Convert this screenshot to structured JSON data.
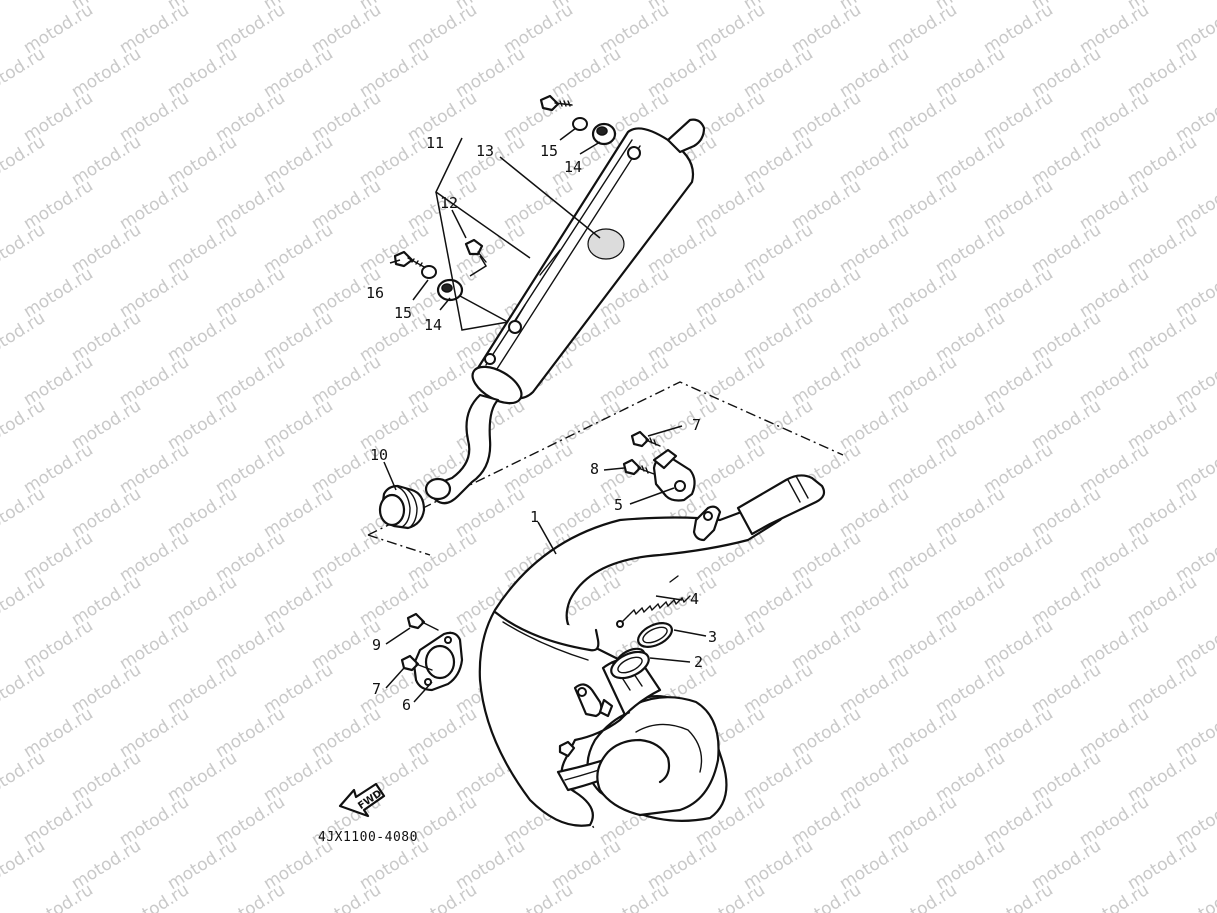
{
  "watermark": {
    "text": "motod.ru"
  },
  "part_code": "4JX1100-4080",
  "fwd_label": "FWD",
  "callouts": [
    {
      "id": "c1",
      "label": "1"
    },
    {
      "id": "c2",
      "label": "2"
    },
    {
      "id": "c3",
      "label": "3"
    },
    {
      "id": "c4",
      "label": "4"
    },
    {
      "id": "c5",
      "label": "5"
    },
    {
      "id": "c6",
      "label": "6"
    },
    {
      "id": "c7a",
      "label": "7"
    },
    {
      "id": "c7b",
      "label": "7"
    },
    {
      "id": "c8",
      "label": "8"
    },
    {
      "id": "c9",
      "label": "9"
    },
    {
      "id": "c10",
      "label": "10"
    },
    {
      "id": "c11",
      "label": "11"
    },
    {
      "id": "c12",
      "label": "12"
    },
    {
      "id": "c13",
      "label": "13"
    },
    {
      "id": "c14a",
      "label": "14"
    },
    {
      "id": "c14b",
      "label": "14"
    },
    {
      "id": "c15a",
      "label": "15"
    },
    {
      "id": "c15b",
      "label": "15"
    },
    {
      "id": "c16",
      "label": "16"
    }
  ]
}
